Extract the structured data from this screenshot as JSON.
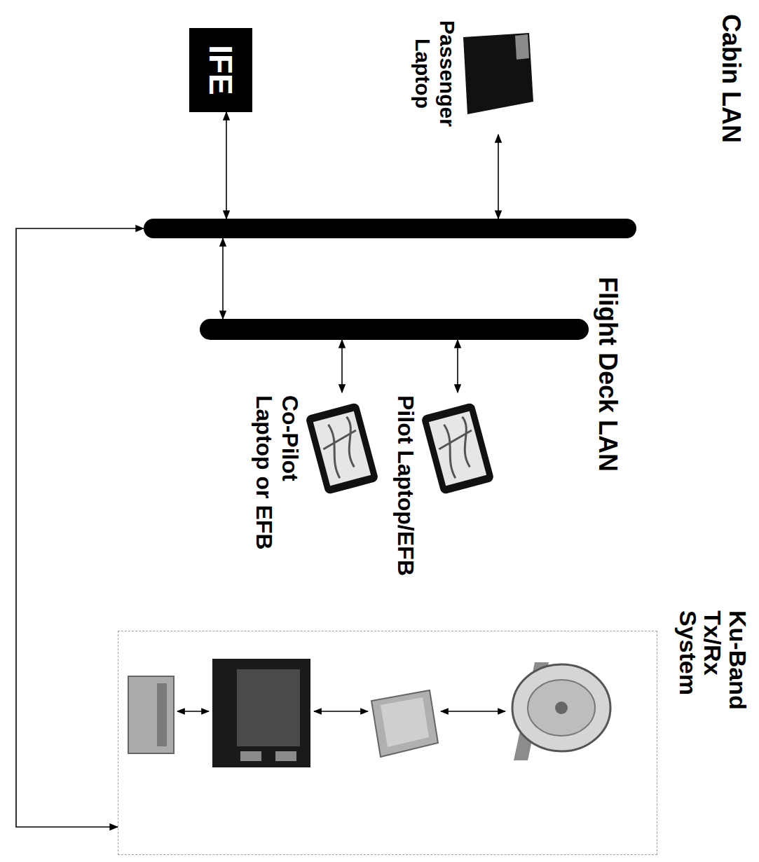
{
  "diagram": {
    "nodes": [
      {
        "text": [
          "Cabin LAN"
        ]
      },
      {
        "text": [
          "Passenger Laptop"
        ]
      },
      {
        "text": [
          "IFE"
        ]
      },
      {
        "text": [
          "Flight Deck LAN"
        ]
      },
      {
        "text": [
          "Pilot Laptop/EFB"
        ]
      },
      {
        "text": [
          "Co-Pilot Laptop or EFB"
        ]
      },
      {
        "text": [
          "Ku-Band Tx/Rx System"
        ]
      }
    ],
    "edges": [
      {
        "from": 1,
        "to": 0,
        "arrow": "both"
      },
      {
        "from": 2,
        "to": 0,
        "arrow": "both"
      },
      {
        "from": 0,
        "to": 3,
        "arrow": "both"
      },
      {
        "from": 3,
        "to": 4,
        "arrow": "both"
      },
      {
        "from": 3,
        "to": 5,
        "arrow": "both"
      },
      {
        "from": 6,
        "to": 0,
        "arrow": "both"
      }
    ]
  }
}
